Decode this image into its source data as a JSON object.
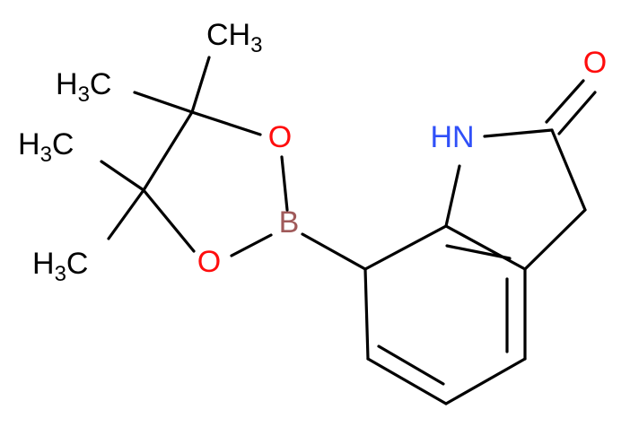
{
  "colors": {
    "bond": "#000000",
    "oxygen": "#ff0d0d",
    "nitrogen": "#3050f8",
    "boron": "#a05a5a",
    "carbon_label": "#000000"
  },
  "atoms": {
    "o_carbonyl": "O",
    "nh": "HN",
    "b": "B",
    "o_ring_top": "O",
    "o_ring_bottom": "O",
    "ch3_top": {
      "main": "CH",
      "sub": "3"
    },
    "ch3_upper_left": {
      "main": "H",
      "sub": "3",
      "tail": "C"
    },
    "ch3_mid_left": {
      "main": "H",
      "sub": "3",
      "tail": "C"
    },
    "ch3_bottom_left": {
      "main": "H",
      "sub": "3",
      "tail": "C"
    }
  }
}
